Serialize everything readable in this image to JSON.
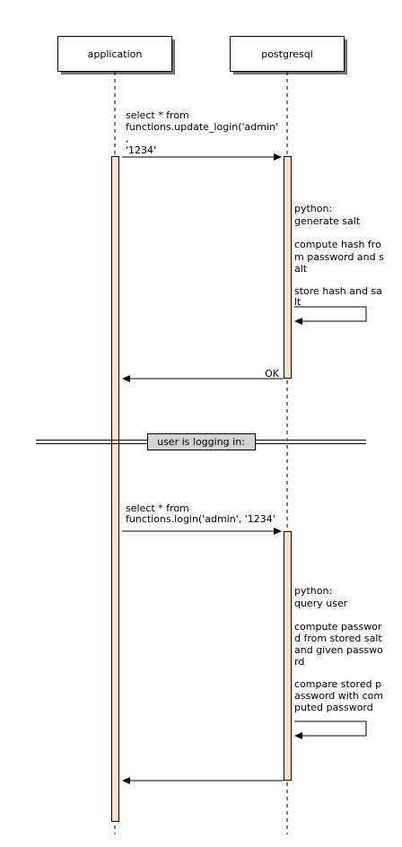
{
  "participants": [
    {
      "id": "app",
      "label": "application"
    },
    {
      "id": "pg",
      "label": "postgresql"
    }
  ],
  "messages": {
    "update_call": [
      "select * from",
      "functions.update_login('admin'",
      ",",
      "'1234'"
    ],
    "update_note": [
      "python:",
      "generate salt",
      "",
      "compute hash fro",
      "m password and s",
      "alt",
      "",
      "store hash and sa",
      "lt"
    ],
    "update_return": "OK",
    "separator": "user is logging in:",
    "login_call": [
      "select * from",
      "functions.login('admin', '1234'"
    ],
    "login_note": [
      "python:",
      "query user",
      "",
      "compute passwor",
      "d from stored salt",
      "and given passwo",
      "rd",
      "",
      "compare stored p",
      "assword with com",
      "puted password"
    ],
    "login_return": ""
  }
}
